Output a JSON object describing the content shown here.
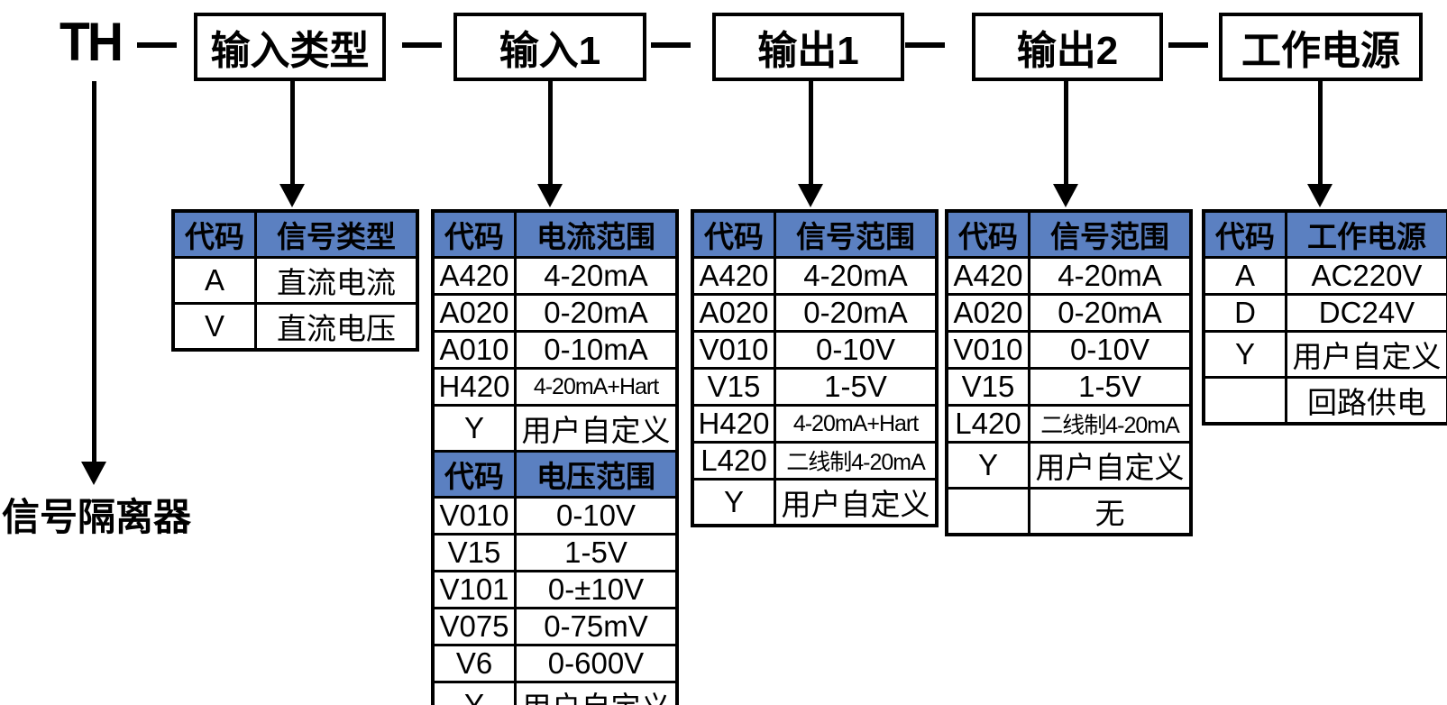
{
  "header": {
    "prefix": "TH",
    "boxes": [
      {
        "label": "输入类型"
      },
      {
        "label": "输入1"
      },
      {
        "label": "输出1"
      },
      {
        "label": "输出2"
      },
      {
        "label": "工作电源"
      }
    ]
  },
  "footer": {
    "label": "信号隔离器"
  },
  "colors": {
    "header_fill": "#5b80c1",
    "line": "#000000",
    "background": "#ffffff",
    "text": "#000000"
  },
  "tables": [
    {
      "name": "input-type",
      "sections": [
        {
          "header": [
            "代码",
            "信号类型"
          ],
          "rows": [
            [
              "A",
              "直流电流"
            ],
            [
              "V",
              "直流电压"
            ]
          ]
        }
      ]
    },
    {
      "name": "input-1",
      "sections": [
        {
          "header": [
            "代码",
            "电流范围"
          ],
          "rows": [
            [
              "A420",
              "4-20mA"
            ],
            [
              "A020",
              "0-20mA"
            ],
            [
              "A010",
              "0-10mA"
            ],
            [
              "H420",
              "4-20mA+Hart"
            ],
            [
              "Y",
              "用户自定义"
            ]
          ]
        },
        {
          "header": [
            "代码",
            "电压范围"
          ],
          "rows": [
            [
              "V010",
              "0-10V"
            ],
            [
              "V15",
              "1-5V"
            ],
            [
              "V101",
              "0-±10V"
            ],
            [
              "V075",
              "0-75mV"
            ],
            [
              "V6",
              "0-600V"
            ],
            [
              "Y",
              "用户自定义"
            ]
          ]
        }
      ]
    },
    {
      "name": "output-1",
      "sections": [
        {
          "header": [
            "代码",
            "信号范围"
          ],
          "rows": [
            [
              "A420",
              "4-20mA"
            ],
            [
              "A020",
              "0-20mA"
            ],
            [
              "V010",
              "0-10V"
            ],
            [
              "V15",
              "1-5V"
            ],
            [
              "H420",
              "4-20mA+Hart"
            ],
            [
              "L420",
              "二线制4-20mA"
            ],
            [
              "Y",
              "用户自定义"
            ]
          ]
        }
      ]
    },
    {
      "name": "output-2",
      "sections": [
        {
          "header": [
            "代码",
            "信号范围"
          ],
          "rows": [
            [
              "A420",
              "4-20mA"
            ],
            [
              "A020",
              "0-20mA"
            ],
            [
              "V010",
              "0-10V"
            ],
            [
              "V15",
              "1-5V"
            ],
            [
              "L420",
              "二线制4-20mA"
            ],
            [
              "Y",
              "用户自定义"
            ],
            [
              "",
              "无"
            ]
          ]
        }
      ]
    },
    {
      "name": "power-supply",
      "sections": [
        {
          "header": [
            "代码",
            "工作电源"
          ],
          "rows": [
            [
              "A",
              "AC220V"
            ],
            [
              "D",
              "DC24V"
            ],
            [
              "Y",
              "用户自定义"
            ],
            [
              "",
              "回路供电"
            ]
          ]
        }
      ]
    }
  ]
}
